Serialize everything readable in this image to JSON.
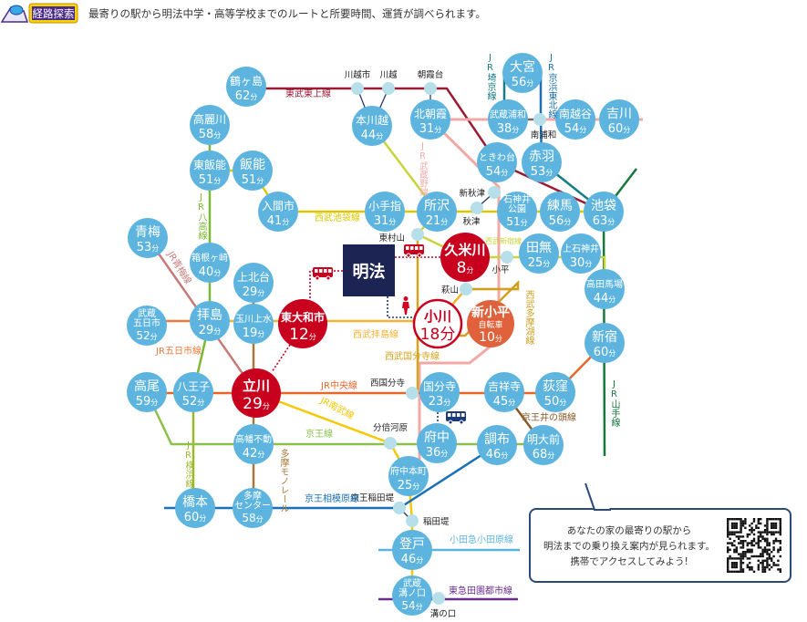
{
  "header": {
    "badge_label": "経路探索",
    "description": "最寄りの駅から明法中学・高等学校までのルートと所要時間、運賃が調べられます。"
  },
  "school": {
    "name": "明法"
  },
  "minute_unit": "分",
  "colors": {
    "station": "#5db5df",
    "minor_station": "#b7dfea",
    "highlight_red": "#c8001e",
    "bicycle_orange": "#e0623c",
    "school_navy": "#1c2453"
  },
  "stations": [
    {
      "id": "tsurugashima",
      "name": [
        "鶴ヶ島"
      ],
      "min": "62"
    },
    {
      "id": "komagawa",
      "name": [
        "高麗川"
      ],
      "min": "58"
    },
    {
      "id": "higashihanno",
      "name": [
        "東飯能"
      ],
      "min": "51"
    },
    {
      "id": "hanno",
      "name": [
        "飯能"
      ],
      "min": "51"
    },
    {
      "id": "irumashi",
      "name": [
        "入間市"
      ],
      "min": "41"
    },
    {
      "id": "honkawagoe",
      "name": [
        "本川越"
      ],
      "min": "44"
    },
    {
      "id": "kitaasaka",
      "name": [
        "北朝霞"
      ],
      "min": "31"
    },
    {
      "id": "kotesashi",
      "name": [
        "小手指"
      ],
      "min": "31"
    },
    {
      "id": "tokorozawa",
      "name": [
        "所沢"
      ],
      "min": "21"
    },
    {
      "id": "omiya",
      "name": [
        "大宮"
      ],
      "min": "56"
    },
    {
      "id": "musashiurawa",
      "name": [
        "武蔵浦和"
      ],
      "min": "38"
    },
    {
      "id": "minamikoshigaya",
      "name": [
        "南越谷"
      ],
      "min": "54"
    },
    {
      "id": "yoshikawa",
      "name": [
        "吉川"
      ],
      "min": "60"
    },
    {
      "id": "tokiwadai",
      "name": [
        "ときわ台"
      ],
      "min": "54"
    },
    {
      "id": "akabane",
      "name": [
        "赤羽"
      ],
      "min": "53"
    },
    {
      "id": "shakujiikoen",
      "name": [
        "石神井",
        "公園"
      ],
      "min": "51"
    },
    {
      "id": "nerima",
      "name": [
        "練馬"
      ],
      "min": "56"
    },
    {
      "id": "ikebukuro",
      "name": [
        "池袋"
      ],
      "min": "63"
    },
    {
      "id": "ome",
      "name": [
        "青梅"
      ],
      "min": "53"
    },
    {
      "id": "hakonegasaki",
      "name": [
        "箱根ヶ崎"
      ],
      "min": "40"
    },
    {
      "id": "kamikitadai",
      "name": [
        "上北台"
      ],
      "min": "29"
    },
    {
      "id": "kumegawa",
      "name": [
        "久米川"
      ],
      "min": "8",
      "type": "red"
    },
    {
      "id": "tanashi",
      "name": [
        "田無"
      ],
      "min": "25"
    },
    {
      "id": "kamishakujii",
      "name": [
        "上石神井"
      ],
      "min": "30"
    },
    {
      "id": "takadanobaba",
      "name": [
        "高田馬場"
      ],
      "min": "44"
    },
    {
      "id": "musashiitsukaichi",
      "name": [
        "武蔵",
        "五日市"
      ],
      "min": "52"
    },
    {
      "id": "haijima",
      "name": [
        "拝島"
      ],
      "min": "29"
    },
    {
      "id": "tamagawajosui",
      "name": [
        "玉川上水"
      ],
      "min": "19"
    },
    {
      "id": "higashiyamatoshi",
      "name": [
        "東大和市"
      ],
      "min": "12",
      "type": "red"
    },
    {
      "id": "ogawa",
      "name": [
        "小川"
      ],
      "min": "18",
      "type": "walk"
    },
    {
      "id": "shinkodaira",
      "name": [
        "新小平"
      ],
      "sub": "自転車",
      "min": "10",
      "type": "bike"
    },
    {
      "id": "shinjuku",
      "name": [
        "新宿"
      ],
      "min": "60"
    },
    {
      "id": "takao",
      "name": [
        "高尾"
      ],
      "min": "59"
    },
    {
      "id": "hachioji",
      "name": [
        "八王子"
      ],
      "min": "52"
    },
    {
      "id": "tachikawa",
      "name": [
        "立川"
      ],
      "min": "29",
      "type": "red"
    },
    {
      "id": "kokubunji",
      "name": [
        "国分寺"
      ],
      "min": "23"
    },
    {
      "id": "kichijoji",
      "name": [
        "吉祥寺"
      ],
      "min": "45"
    },
    {
      "id": "ogikubo",
      "name": [
        "荻窪"
      ],
      "min": "50"
    },
    {
      "id": "takahatafudo",
      "name": [
        "高幡不動"
      ],
      "min": "42"
    },
    {
      "id": "fuchu",
      "name": [
        "府中"
      ],
      "min": "36"
    },
    {
      "id": "chofu",
      "name": [
        "調布"
      ],
      "min": "46"
    },
    {
      "id": "meidaimae",
      "name": [
        "明大前"
      ],
      "min": "68"
    },
    {
      "id": "fuchuhommachi",
      "name": [
        "府中本町"
      ],
      "min": "25"
    },
    {
      "id": "hashimoto",
      "name": [
        "橋本"
      ],
      "min": "60"
    },
    {
      "id": "tamacenter",
      "name": [
        "多摩",
        "センター"
      ],
      "min": "58"
    },
    {
      "id": "noborito",
      "name": [
        "登戸"
      ],
      "min": "46"
    },
    {
      "id": "musashimizonokuchi",
      "name": [
        "武蔵",
        "溝ノ口"
      ],
      "min": "54"
    }
  ],
  "minor_stations": [
    {
      "id": "kawagoeshi",
      "name": "川越市"
    },
    {
      "id": "kawagoe",
      "name": "川越"
    },
    {
      "id": "asakadai",
      "name": "朝霞台"
    },
    {
      "id": "minamiurawa",
      "name": "南浦和"
    },
    {
      "id": "shinakitsu",
      "name": "新秋津"
    },
    {
      "id": "akitsu",
      "name": "秋津"
    },
    {
      "id": "higashimurayama",
      "name": "東村山"
    },
    {
      "id": "kodaira",
      "name": "小平"
    },
    {
      "id": "hagiyama",
      "name": "萩山"
    },
    {
      "id": "nishikokubunji",
      "name": "西国分寺"
    },
    {
      "id": "bubaigawara",
      "name": "分倍河原"
    },
    {
      "id": "keioinadazutsumi",
      "name": "京王稲田堤"
    },
    {
      "id": "inadazutsumi",
      "name": "稲田堤"
    },
    {
      "id": "mizonokuchi",
      "name": "溝の口"
    }
  ],
  "lines": [
    {
      "id": "tobu_tojo",
      "name": "東武東上線",
      "color": "#9b1b35"
    },
    {
      "id": "jr_musashino",
      "name": "JR武蔵野線",
      "color": "#f2a9a6"
    },
    {
      "id": "jr_saikyo",
      "name": "JR埼京線",
      "color": "#157d88"
    },
    {
      "id": "jr_keihin",
      "name": "JR京浜東北線",
      "color": "#1e6fb4"
    },
    {
      "id": "jr_yamanote",
      "name": "JR山手線",
      "color": "#16793c"
    },
    {
      "id": "seibu_ikebukuro",
      "name": "西武池袋線",
      "color": "#dcc800"
    },
    {
      "id": "seibu_shinjuku",
      "name": "西武新宿線",
      "color": "#c9d43a"
    },
    {
      "id": "jr_hachiko",
      "name": "JR八高線",
      "color": "#7cb832"
    },
    {
      "id": "jr_ome",
      "name": "JR青梅線",
      "color": "#c77a78"
    },
    {
      "id": "jr_itsukaichi",
      "name": "JR五日市線",
      "color": "#ec7a3c"
    },
    {
      "id": "seibu_haijima",
      "name": "西武拝島線",
      "color": "#f5b336"
    },
    {
      "id": "tama_monorail",
      "name": "多摩モノレール",
      "color": "#a8783a"
    },
    {
      "id": "jr_chuo",
      "name": "JR中央線",
      "color": "#e9662b"
    },
    {
      "id": "jr_nambu",
      "name": "JR南武線",
      "color": "#f5c800"
    },
    {
      "id": "keio",
      "name": "京王線",
      "color": "#8cc04a"
    },
    {
      "id": "jr_yokohama",
      "name": "JR横浜線",
      "color": "#9cb82a"
    },
    {
      "id": "seibu_kokubunji",
      "name": "西武国分寺線",
      "color": "#d6a420"
    },
    {
      "id": "seibu_tamako",
      "name": "西武多摩湖線",
      "color": "#d0a020"
    },
    {
      "id": "keio_inokashira",
      "name": "京王井の頭線",
      "color": "#8a5a2a"
    },
    {
      "id": "keio_sagamihara",
      "name": "京王相模原線",
      "color": "#1a70b8"
    },
    {
      "id": "odakyu",
      "name": "小田急小田原線",
      "color": "#5db5df"
    },
    {
      "id": "tokyu_denentoshi",
      "name": "東急田園都市線",
      "color": "#6a2c8c"
    }
  ],
  "bubble": {
    "lines": [
      "あなたの家の最寄りの駅から",
      "明法までの乗り換え案内が見られます。",
      "携帯でアクセスしてみよう!"
    ]
  },
  "icons": {
    "bus": "bus-icon",
    "walk": "walking-person-icon",
    "qr": "qr-code"
  }
}
